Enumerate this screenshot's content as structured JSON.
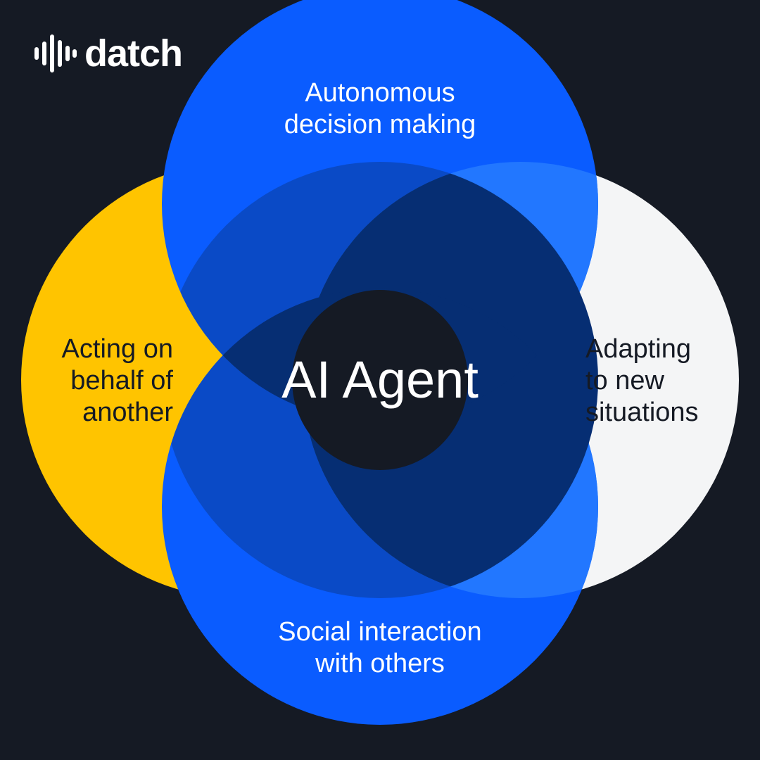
{
  "brand": {
    "name": "datch",
    "icon": "sound-wave-icon"
  },
  "diagram": {
    "center_label": "AI Agent",
    "sets": [
      {
        "id": "top",
        "label_lines": [
          "Autonomous",
          "decision making"
        ],
        "color": "#0a5cff"
      },
      {
        "id": "left",
        "label_lines": [
          "Acting on",
          "behalf of",
          "another"
        ],
        "color": "#ffc400"
      },
      {
        "id": "right",
        "label_lines": [
          "Adapting",
          "to new",
          "situations"
        ],
        "color": "#f4f5f6"
      },
      {
        "id": "bottom",
        "label_lines": [
          "Social interaction",
          "with others"
        ],
        "color": "#0a5cff"
      }
    ]
  },
  "colors": {
    "background": "#151a24",
    "blue": "#0a5cff",
    "blue_light": "#2277ff",
    "blue_mid": "#0a4ac6",
    "blue_dark": "#062e73",
    "yellow": "#ffc400",
    "white": "#f4f5f6"
  }
}
